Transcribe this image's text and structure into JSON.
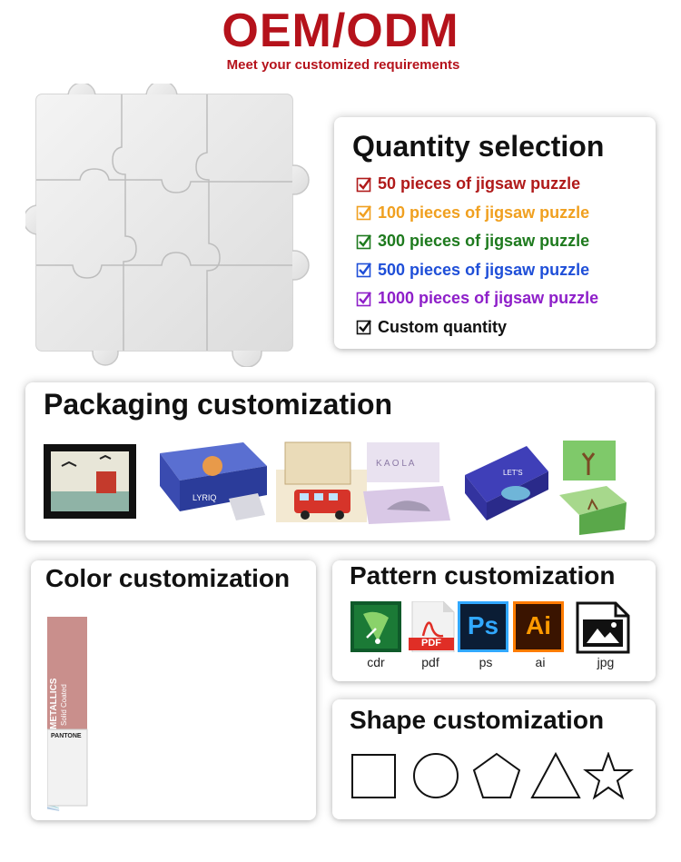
{
  "header": {
    "title": "OEM/ODM",
    "subtitle": "Meet your customized requirements",
    "color": "#b5121b"
  },
  "quantity": {
    "title": "Quantity selection",
    "items": [
      {
        "label": "50 pieces of jigsaw puzzle",
        "color": "#b01a1a"
      },
      {
        "label": "100 pieces of jigsaw puzzle",
        "color": "#f0a020"
      },
      {
        "label": "300 pieces of jigsaw puzzle",
        "color": "#1e7a1e"
      },
      {
        "label": "500 pieces of jigsaw puzzle",
        "color": "#1f4fd8"
      },
      {
        "label": "1000 pieces of jigsaw puzzle",
        "color": "#8e1fc9"
      },
      {
        "label": "Custom quantity",
        "color": "#111111"
      }
    ]
  },
  "packaging": {
    "title": "Packaging customization",
    "items": [
      "framed-puzzle-image",
      "lyriq-box-image",
      "bus-puzzle-box-image",
      "kaola-box-image",
      "blue-drawer-box-image",
      "deer-puzzle-box-image"
    ]
  },
  "color": {
    "title": "Color customization",
    "fan_title": "METALLICS",
    "fan_subtitle": "Solid Coated",
    "fan_brand": "PANTONE"
  },
  "pattern": {
    "title": "Pattern customization",
    "formats": [
      {
        "label": "cdr",
        "icon": "coreldraw-icon"
      },
      {
        "label": "pdf",
        "icon": "pdf-icon",
        "badge": "PDF"
      },
      {
        "label": "ps",
        "icon": "photoshop-icon",
        "badge": "Ps"
      },
      {
        "label": "ai",
        "icon": "illustrator-icon",
        "badge": "Ai"
      },
      {
        "label": "jpg",
        "icon": "image-file-icon"
      }
    ]
  },
  "shape": {
    "title": "Shape customization",
    "shapes": [
      "square-icon",
      "circle-icon",
      "pentagon-icon",
      "triangle-icon",
      "star-icon"
    ]
  }
}
